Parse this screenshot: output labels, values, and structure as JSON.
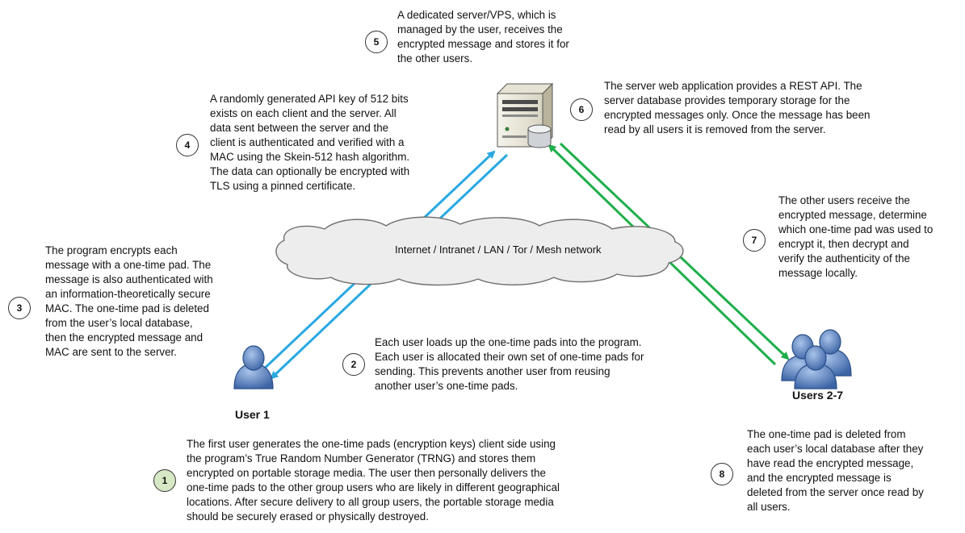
{
  "network_label": "Internet / Intranet / LAN / Tor / Mesh network",
  "user1_label": "User 1",
  "users_label": "Users 2-7",
  "steps": [
    {
      "num": "1",
      "text": "The first user generates the one-time pads (encryption keys) client side using\nthe program’s True Random Number Generator (TRNG) and stores them\nencrypted on portable storage media. The user then personally delivers the\none-time pads to the other group users who are likely in different geographical\nlocations. After secure delivery to all group users, the portable storage media\nshould be securely erased or physically destroyed."
    },
    {
      "num": "2",
      "text": "Each user loads up the one-time pads into the program.\nEach user is allocated their own set of one-time pads for\nsending. This prevents another user from reusing\nanother user’s one-time pads."
    },
    {
      "num": "3",
      "text": "The program encrypts each\nmessage with a one-time pad. The\nmessage is also authenticated with\nan information-theoretically secure\nMAC. The one-time pad is deleted\nfrom the user’s local database,\nthen the encrypted message and\nMAC are sent to the server."
    },
    {
      "num": "4",
      "text": "A randomly generated API key of 512 bits\nexists on each client and the server. All\ndata sent between the server and the\nclient is authenticated and verified with a\nMAC using the Skein-512 hash algorithm.\nThe data can optionally be encrypted with\nTLS using a pinned certificate."
    },
    {
      "num": "5",
      "text": "A dedicated server/VPS, which is\nmanaged by the user, receives the\nencrypted message and stores it for\nthe other users."
    },
    {
      "num": "6",
      "text": "The server web application provides a REST API. The\nserver database provides temporary storage for the\nencrypted messages only. Once the message has been\nread by all users it is removed from the server."
    },
    {
      "num": "7",
      "text": "The other users receive the\nencrypted message, determine\nwhich one-time pad was used to\nencrypt it, then decrypt and\nverify the authenticity of the\nmessage locally."
    },
    {
      "num": "8",
      "text": "The one-time pad is deleted from\neach user’s local database after they\nhave read the encrypted message,\nand the encrypted message is\ndeleted from the server once read by\nall users."
    }
  ],
  "colors": {
    "blue_arrow": "#29a8e0",
    "green_arrow": "#1fae4b",
    "step1_fill": "#d6e8c4",
    "user_fill": "#4a74b4"
  }
}
